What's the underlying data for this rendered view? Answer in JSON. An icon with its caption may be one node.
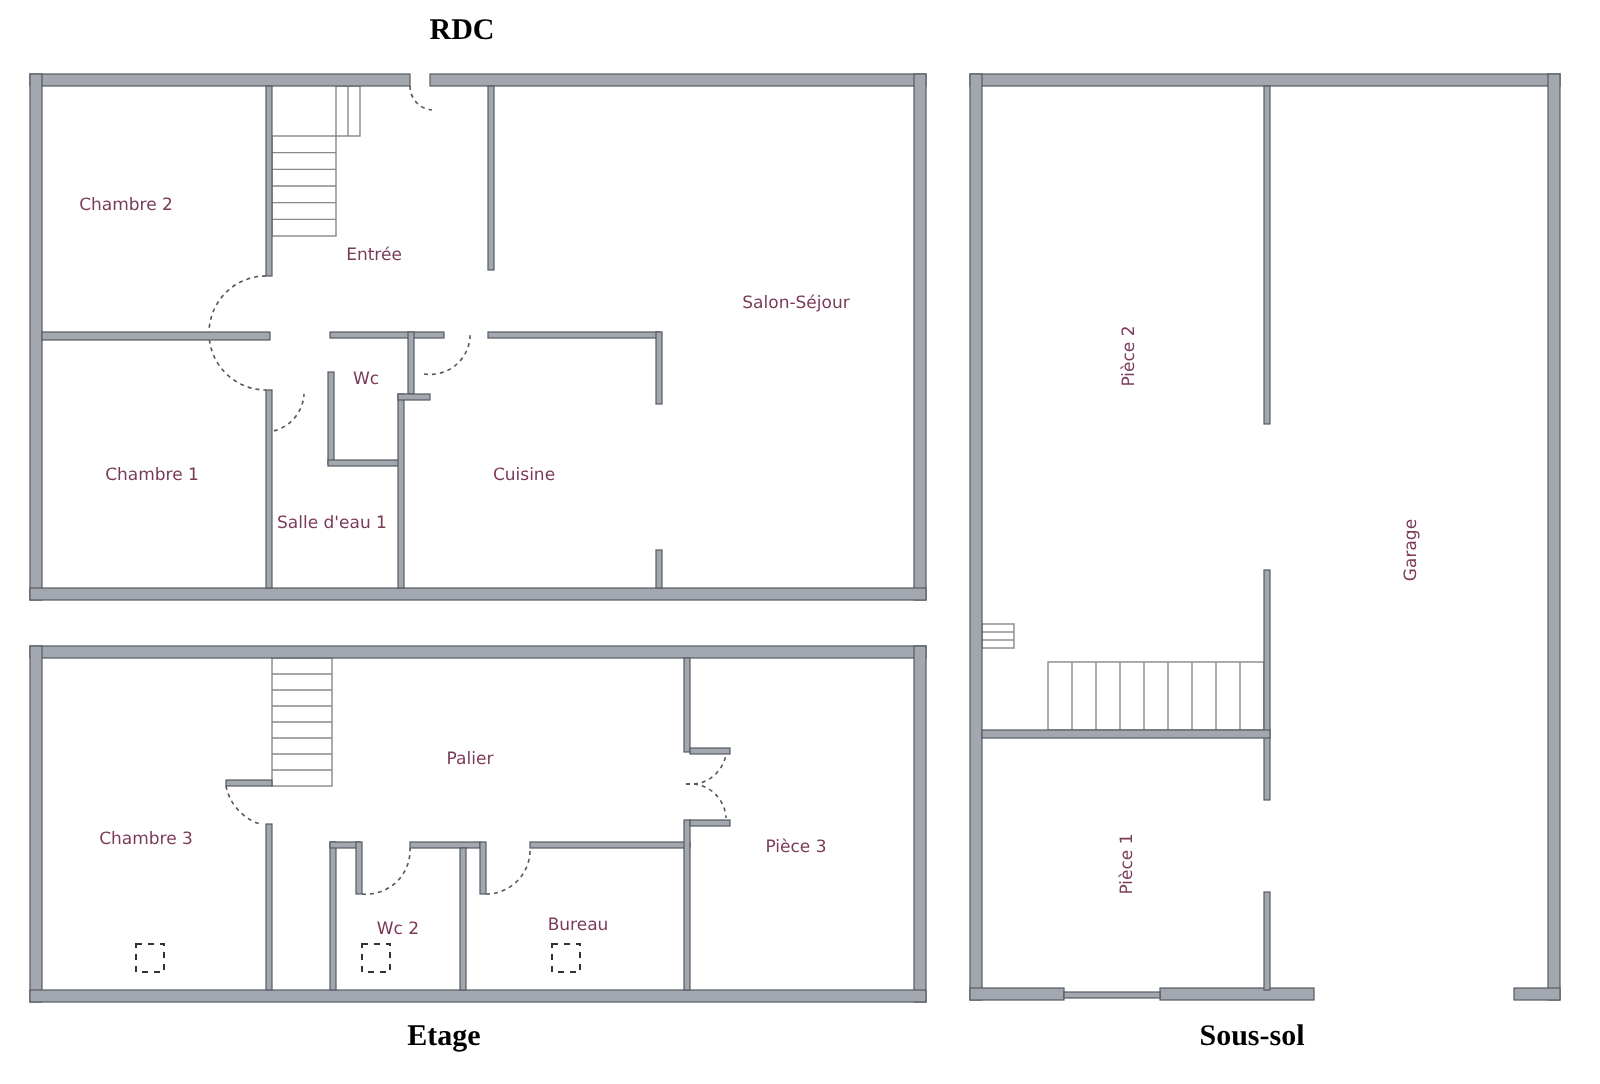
{
  "diagram": {
    "labels": [
      "RDC",
      "Chambre 2",
      "Entrée",
      "Salon-Séjour",
      "Wc",
      "Chambre 1",
      "Salle d'eau 1",
      "Cuisine",
      "Chambre 3",
      "Palier",
      "Wc 2",
      "Bureau",
      "Pièce 3",
      "Etage",
      "Pièce 2",
      "Garage",
      "Pièce 1",
      "Sous-sol"
    ]
  }
}
